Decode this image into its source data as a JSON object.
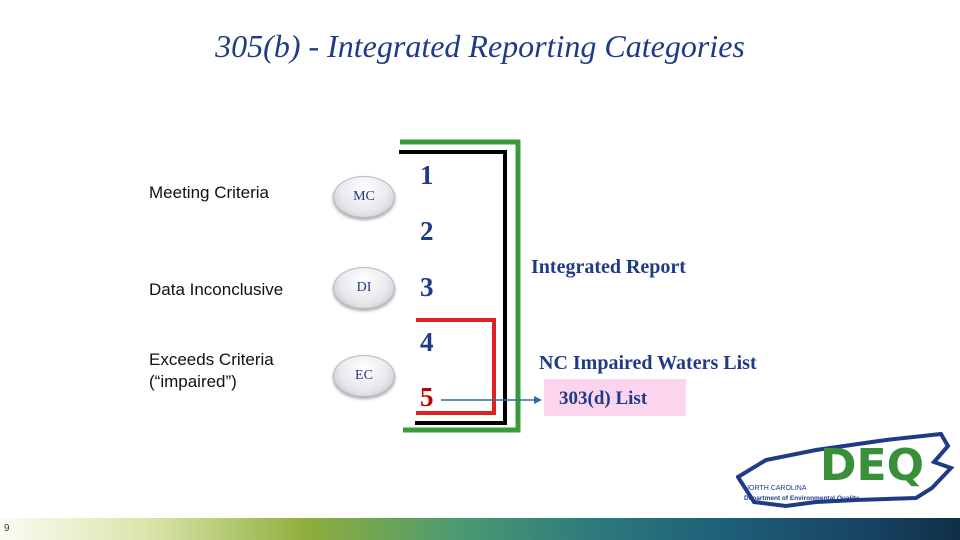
{
  "title": "305(b) - Integrated Reporting Categories",
  "rows": [
    {
      "label": "Meeting Criteria",
      "code": "MC"
    },
    {
      "label": "Data Inconclusive",
      "code": "DI"
    },
    {
      "label": "Exceeds Criteria (“impaired”)",
      "code": "EC"
    }
  ],
  "categories": [
    "1",
    "2",
    "3",
    "4",
    "5"
  ],
  "right_labels": {
    "integrated_report": "Integrated Report",
    "impaired_list": "NC Impaired Waters List",
    "list_303d": "303(d) List"
  },
  "logo": {
    "text": "DEQ",
    "state": "NORTH CAROLINA",
    "department": "Department of Environmental Quality"
  },
  "page_number": "9",
  "colors": {
    "title": "#1f3a87",
    "green_bracket": "#3a9b3a",
    "black_bracket": "#000000",
    "red_bracket": "#e02020",
    "highlight": "#fbd5ee",
    "arrow": "#2e6da4"
  }
}
